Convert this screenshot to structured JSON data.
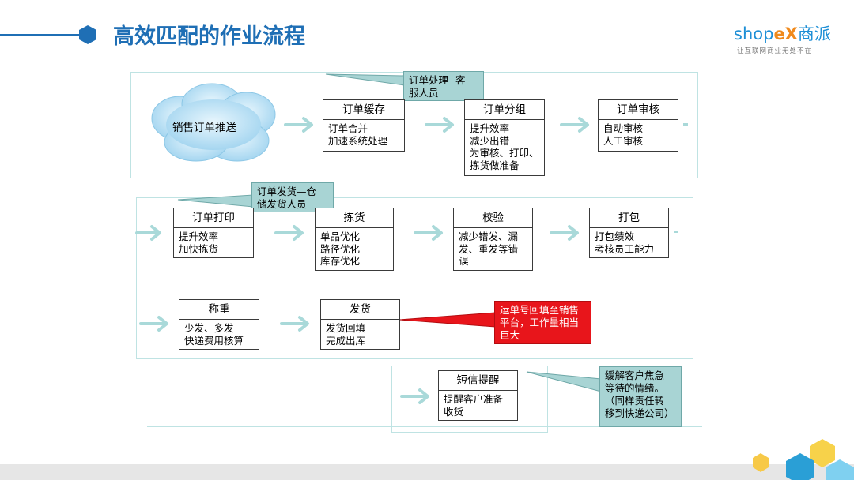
{
  "page": {
    "title": "高效匹配的作业流程"
  },
  "logo": {
    "main_prefix": "shop",
    "main_ex": "eX",
    "main_suffix": "商派",
    "tagline": "让互联网商业无处不在"
  },
  "cloud": {
    "label": "销售订单推送"
  },
  "row1": {
    "callout": "订单处理--客\n服人员",
    "boxes": [
      {
        "header": "订单缓存",
        "body": "订单合并\n加速系统处理"
      },
      {
        "header": "订单分组",
        "body": "提升效率\n减少出错\n为审核、打印、\n拣货做准备"
      },
      {
        "header": "订单审核",
        "body": "自动审核\n人工审核"
      }
    ]
  },
  "row2": {
    "callout": "订单发货—仓\n储发货人员",
    "boxes": [
      {
        "header": "订单打印",
        "body": "提升效率\n加快拣货"
      },
      {
        "header": "拣货",
        "body": "单品优化\n路径优化\n库存优化"
      },
      {
        "header": "校验",
        "body": "减少错发、漏\n发、重发等错\n误"
      },
      {
        "header": "打包",
        "body": "打包绩效\n考核员工能力"
      }
    ]
  },
  "row3": {
    "boxes": [
      {
        "header": "称重",
        "body": "少发、多发\n快递费用核算"
      },
      {
        "header": "发货",
        "body": "发货回填\n完成出库"
      }
    ],
    "red_callout": "运单号回填至销售\n平台，工作量相当\n巨大"
  },
  "row4": {
    "box": {
      "header": "短信提醒",
      "body": "提醒客户准备\n收货"
    },
    "callout": "缓解客户焦急\n等待的情绪。\n（同样责任转\n移到快递公司）"
  },
  "colors": {
    "title": "#1f6fb5",
    "frame": "#bfe3e3",
    "arrow": "#a9d9d9",
    "callout": "#a8d4d4",
    "alert": "#e8151b"
  }
}
